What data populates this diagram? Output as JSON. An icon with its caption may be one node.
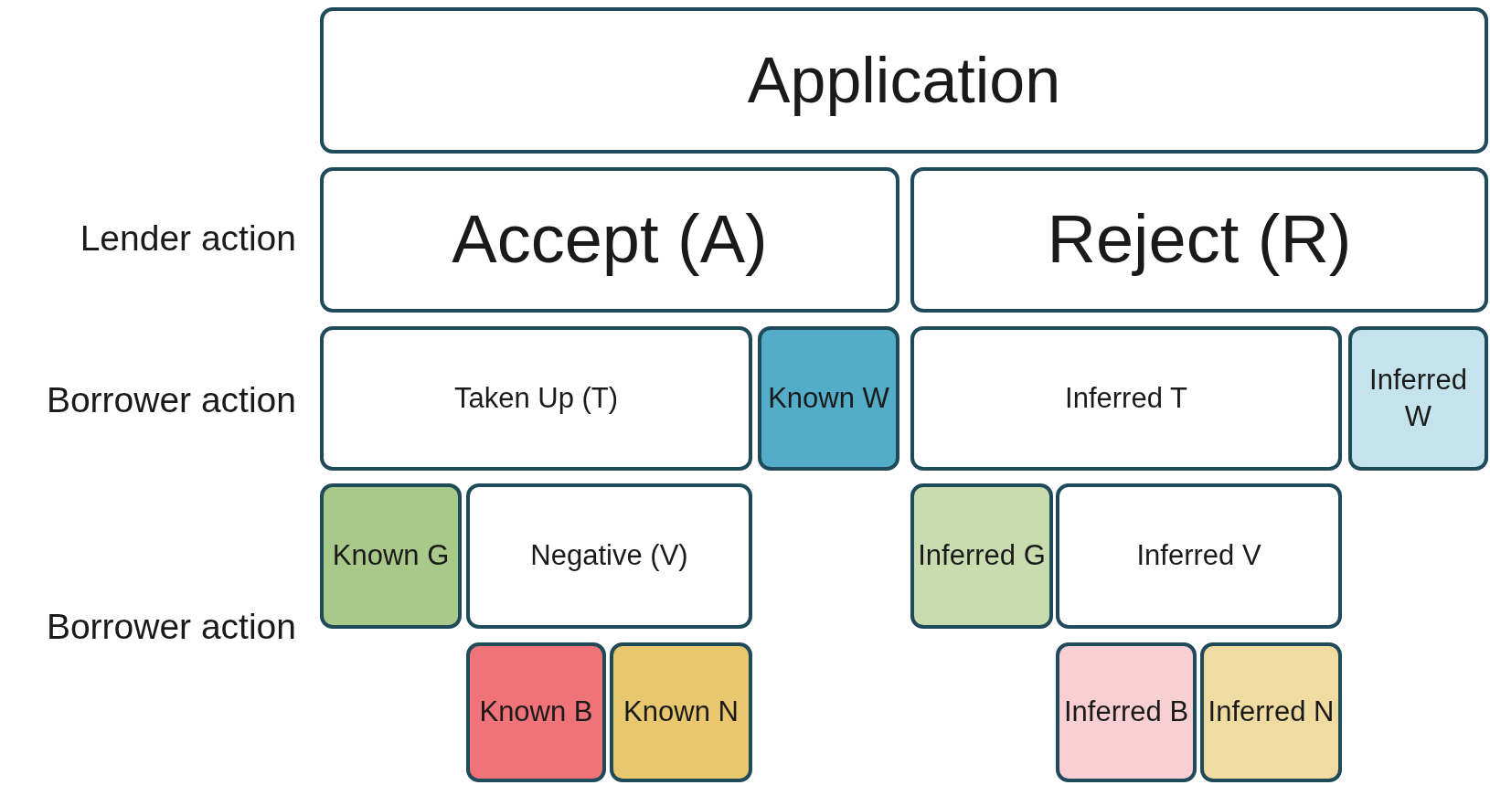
{
  "diagram": {
    "nodes": [
      {
        "text": [
          "Application"
        ]
      },
      {
        "text": [
          "Accept (A)"
        ]
      },
      {
        "text": [
          "Reject (R)"
        ]
      },
      {
        "text": [
          "Taken Up (T)"
        ]
      },
      {
        "text": [
          "Known W"
        ]
      },
      {
        "text": [
          "Inferred T"
        ]
      },
      {
        "text": [
          "Inferred W"
        ]
      },
      {
        "text": [
          "Known G"
        ]
      },
      {
        "text": [
          "Negative (V)"
        ]
      },
      {
        "text": [
          "Inferred G"
        ]
      },
      {
        "text": [
          "Inferred V"
        ]
      },
      {
        "text": [
          "Known B"
        ]
      },
      {
        "text": [
          "Known N"
        ]
      },
      {
        "text": [
          "Inferred B"
        ]
      },
      {
        "text": [
          "Inferred N"
        ]
      }
    ],
    "labels": [
      "Lender action",
      "Borrower action",
      "Borrower action"
    ]
  }
}
